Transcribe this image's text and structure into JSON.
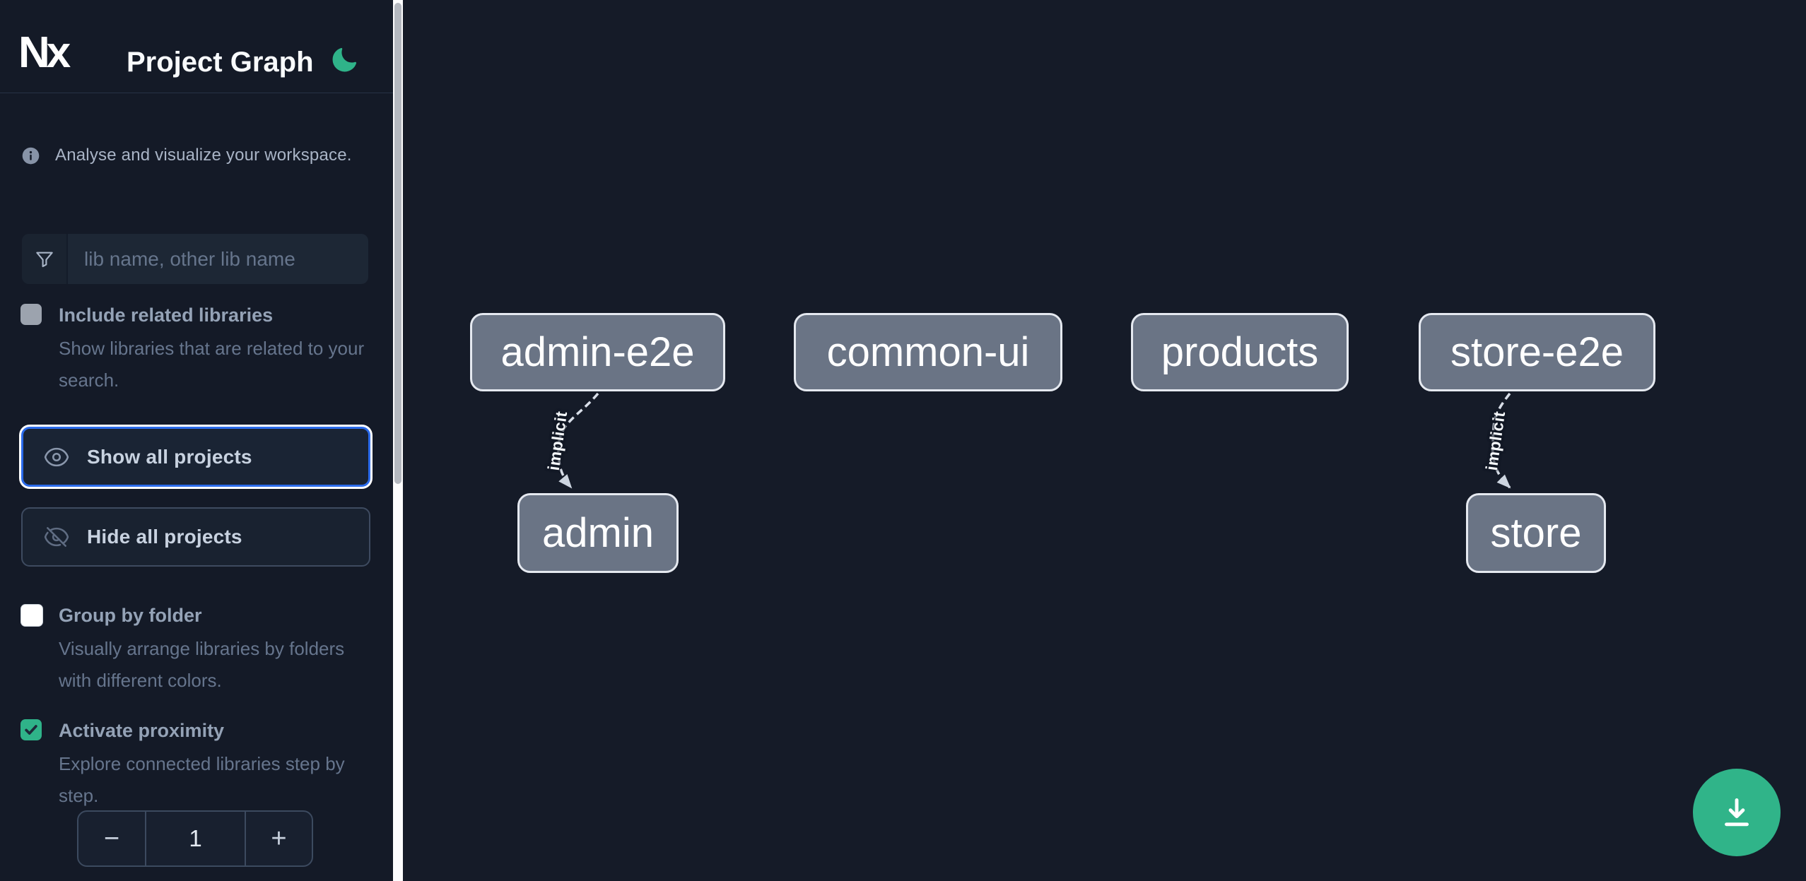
{
  "header": {
    "app_name": "Nx",
    "title": "Project Graph"
  },
  "sidebar": {
    "tagline": "Analyse and visualize your workspace.",
    "search": {
      "placeholder": "lib name, other lib name",
      "value": ""
    },
    "include_related": {
      "label": "Include related libraries",
      "description": "Show libraries that are related to your search.",
      "checked": false
    },
    "show_all": {
      "label": "Show all projects"
    },
    "hide_all": {
      "label": "Hide all projects"
    },
    "group_by_folder": {
      "label": "Group by folder",
      "description": "Visually arrange libraries by folders with different colors.",
      "checked": false
    },
    "activate_proximity": {
      "label": "Activate proximity",
      "description": "Explore connected libraries step by step.",
      "checked": true
    },
    "proximity_degrees": {
      "decrement": "−",
      "value": "1",
      "increment": "+"
    }
  },
  "canvas": {
    "nodes": [
      {
        "id": "admin-e2e",
        "label": "admin-e2e"
      },
      {
        "id": "common-ui",
        "label": "common-ui"
      },
      {
        "id": "products",
        "label": "products"
      },
      {
        "id": "store-e2e",
        "label": "store-e2e"
      },
      {
        "id": "admin",
        "label": "admin"
      },
      {
        "id": "store",
        "label": "store"
      }
    ],
    "edges": [
      {
        "source": "admin-e2e",
        "target": "admin",
        "label": "implicit"
      },
      {
        "source": "store-e2e",
        "target": "store",
        "label": "implicit"
      }
    ]
  },
  "icons": {
    "logo": "nx-logo",
    "theme_toggle": "moon-icon",
    "tagline": "info-icon",
    "search": "filter-funnel-icon",
    "show_all": "eye-icon",
    "hide_all": "eye-slash-icon",
    "proximity_checked": "checkmark-icon",
    "export": "download-icon"
  },
  "colors": {
    "sidebar_bg": "#141A27",
    "canvas_bg": "#151B28",
    "accent_teal": "#30B489",
    "focus_ring_blue": "#2B6BEB",
    "node_fill": "#6A7485",
    "node_border": "#E5E9F0",
    "edge": "#D8DEE8"
  }
}
